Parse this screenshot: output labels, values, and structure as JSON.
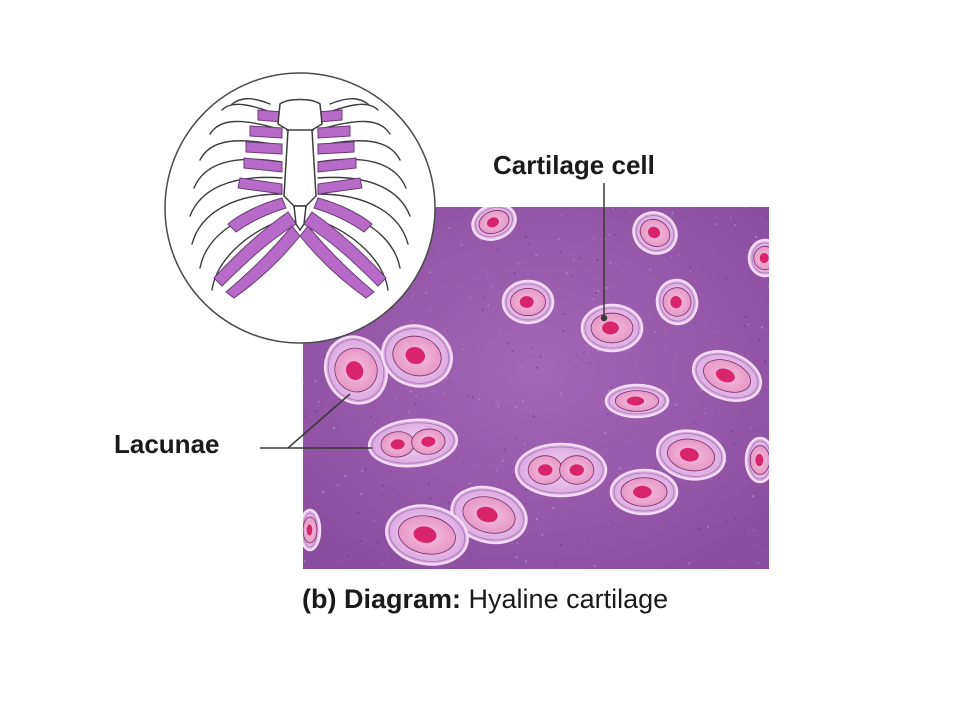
{
  "labels": {
    "cartilage_cell": "Cartilage cell",
    "lacunae": "Lacunae"
  },
  "caption": {
    "part_letter": "(b)",
    "type": "Diagram:",
    "subject": "Hyaline cartilage"
  },
  "colors": {
    "matrix": "#9c5aaf",
    "matrix_dark": "#834496",
    "lacuna_fill": "#d9a7e0",
    "lacuna_edge": "#f0d7f2",
    "cell_fill": "#ecb2d6",
    "nucleus": "#d8246a",
    "costal_cartilage": "#b86ac8",
    "bone": "#ffffff",
    "outline": "#4a3a4a"
  },
  "icons": [
    "rib-cage-icon"
  ]
}
